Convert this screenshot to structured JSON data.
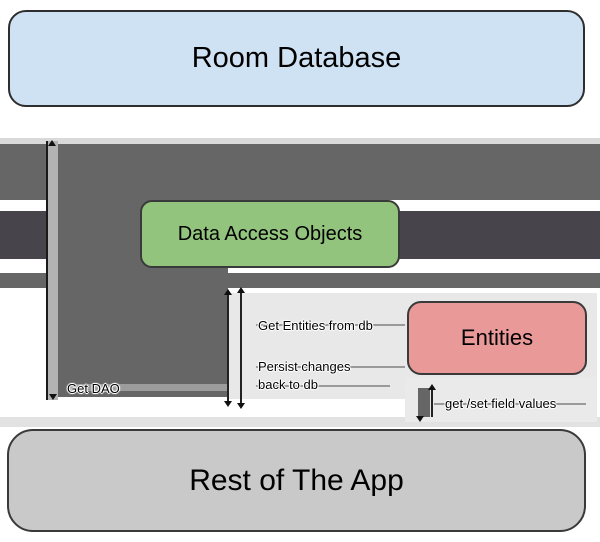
{
  "nodes": {
    "room_database": {
      "label": "Room Database",
      "fill": "#cfe2f3"
    },
    "dao": {
      "label": "Data Access Objects",
      "fill": "#93c47d"
    },
    "entities": {
      "label": "Entities",
      "fill": "#ea9999"
    },
    "rest_of_app": {
      "label": "Rest of The App",
      "fill": "#c9c9c9"
    }
  },
  "edge_labels": {
    "get_dao": "Get DAO",
    "get_entities_from_db": "Get Entities from db",
    "persist_changes_back_to_db": "Persist changes back to db",
    "get_set_field_values": "get /set field values"
  },
  "colors": {
    "thick_arrow_gray": "#666667",
    "dark_band_gray": "#48444c",
    "vertical_bar_gray": "#b3b3b3",
    "panel_gray": "#e8e8e8",
    "thin_line_gray": "#9a9a9a",
    "arrow_black": "#111111",
    "background": "#ffffff"
  }
}
